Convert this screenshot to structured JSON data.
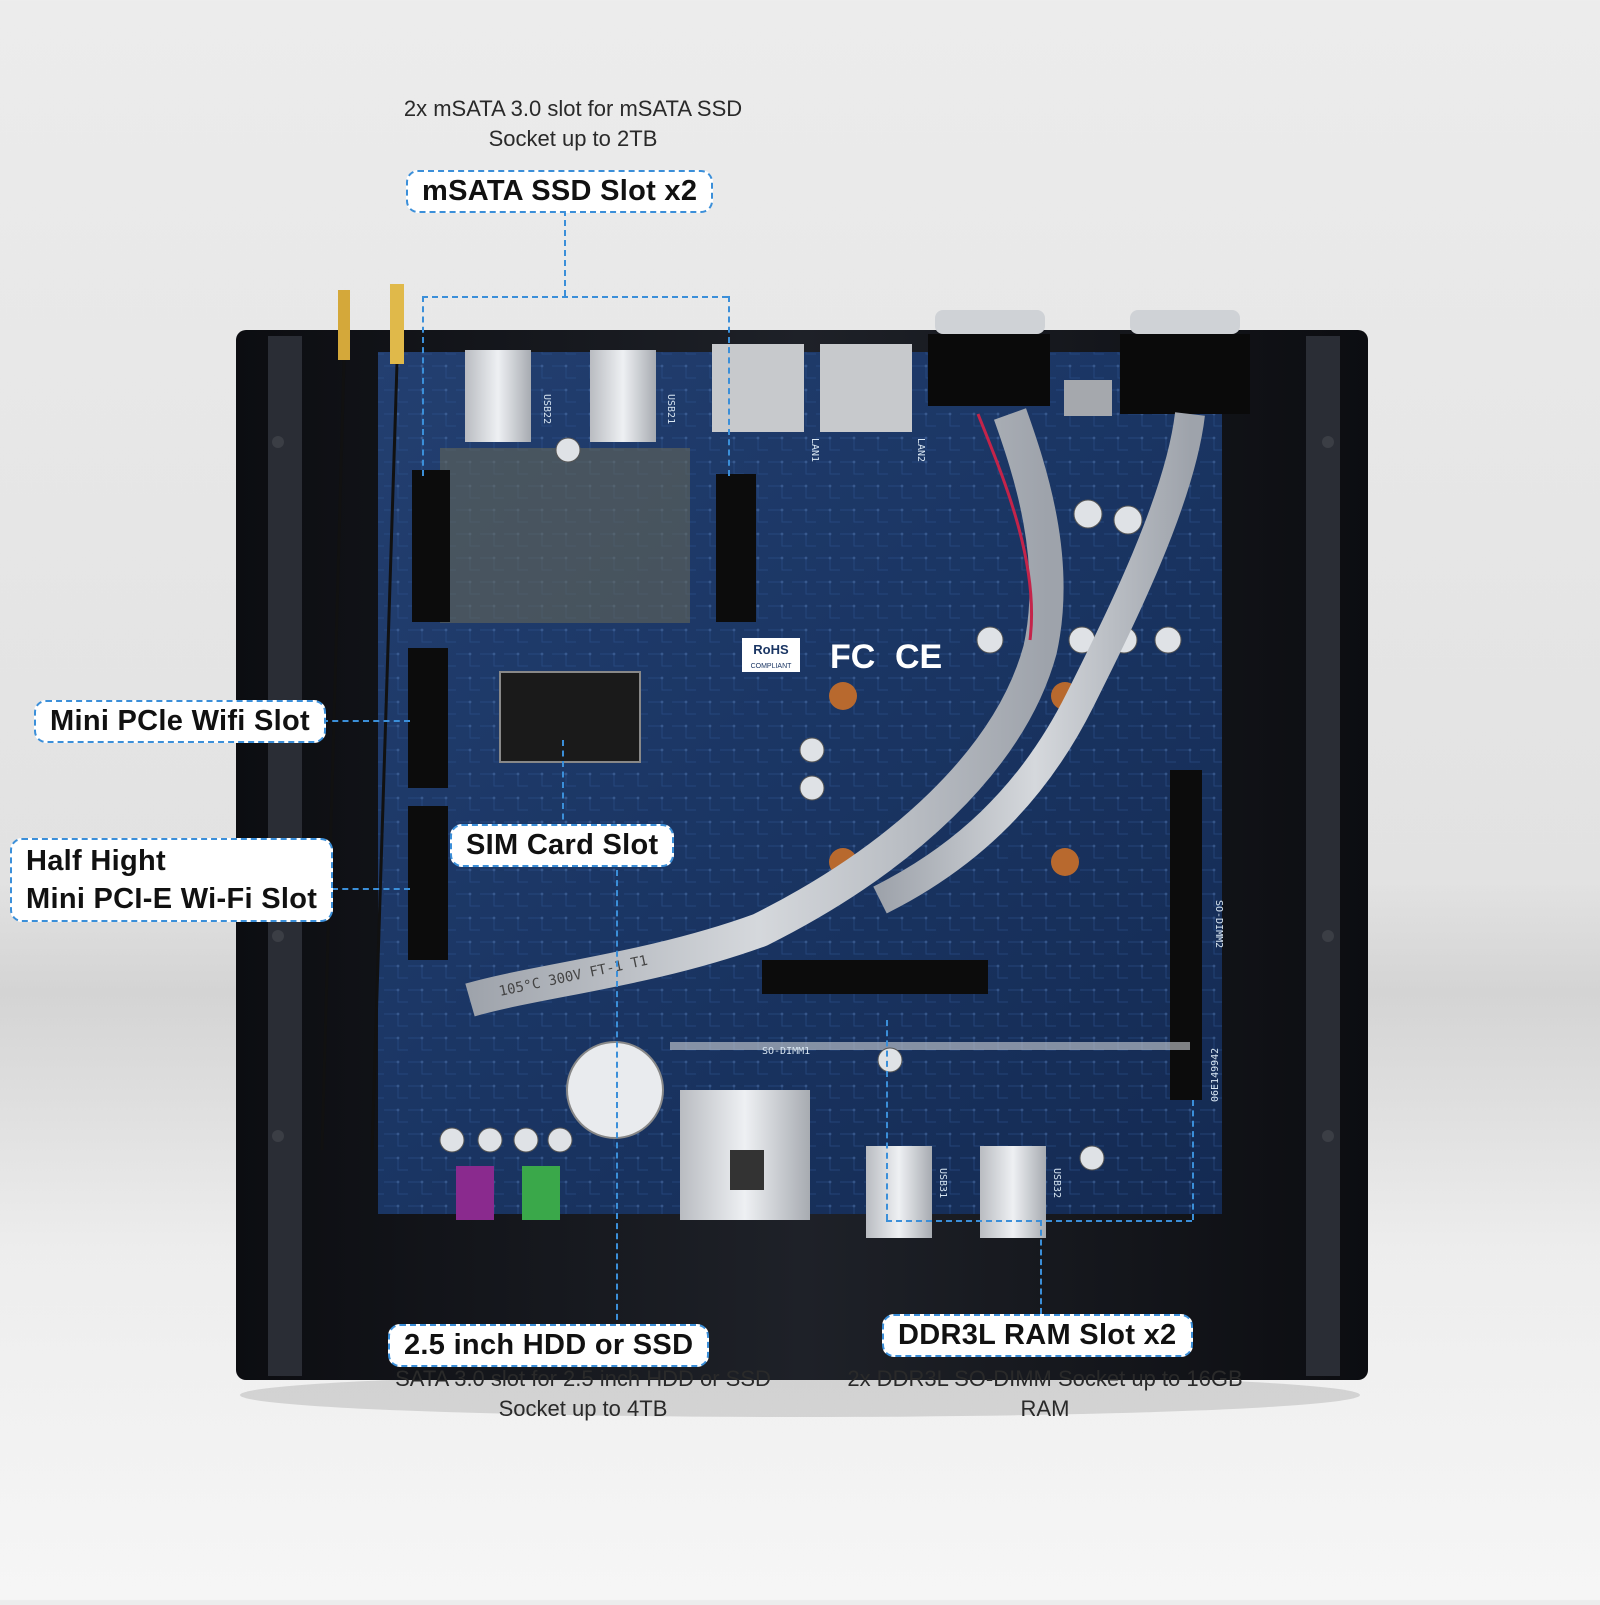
{
  "callouts": {
    "msata": {
      "desc_line1": "2x mSATA 3.0 slot for  mSATA SSD",
      "desc_line2": "Socket up to 2TB",
      "label": "mSATA SSD Slot x2"
    },
    "wifi": {
      "label": "Mini PCle Wifi Slot"
    },
    "half_height": {
      "label_line1": "Half Hight",
      "label_line2": "Mini PCI-E Wi-Fi Slot"
    },
    "sim": {
      "label": "SIM Card Slot"
    },
    "hdd": {
      "label": "2.5 inch HDD or SSD",
      "desc_line1": "SATA 3.0 slot for 2.5 inch HDD or SSD",
      "desc_line2": "Socket up to 4TB"
    },
    "ddr": {
      "label": "DDR3L RAM Slot x2",
      "desc_line1": "2x DDR3L SO-DIMM  Socket up to 16GB",
      "desc_line2": "RAM"
    }
  },
  "board_marks": {
    "rohs": "RoHS",
    "compliant": "COMPLIANT",
    "fcc": "FC",
    "ce": "CE",
    "cable_text": "105°C  300V  FT-1  T1",
    "so_dimm1": "SO-DIMM1",
    "so_dimm2": "SO-DIMM2",
    "lan1": "LAN1",
    "lan2": "LAN2",
    "usb21": "USB21",
    "usb22": "USB22",
    "usb31": "USB31",
    "usb32": "USB32",
    "serial": "06E149942"
  },
  "colors": {
    "accent": "#3b8fd9",
    "pcb": "#1b3a6b",
    "case": "#16181d"
  }
}
